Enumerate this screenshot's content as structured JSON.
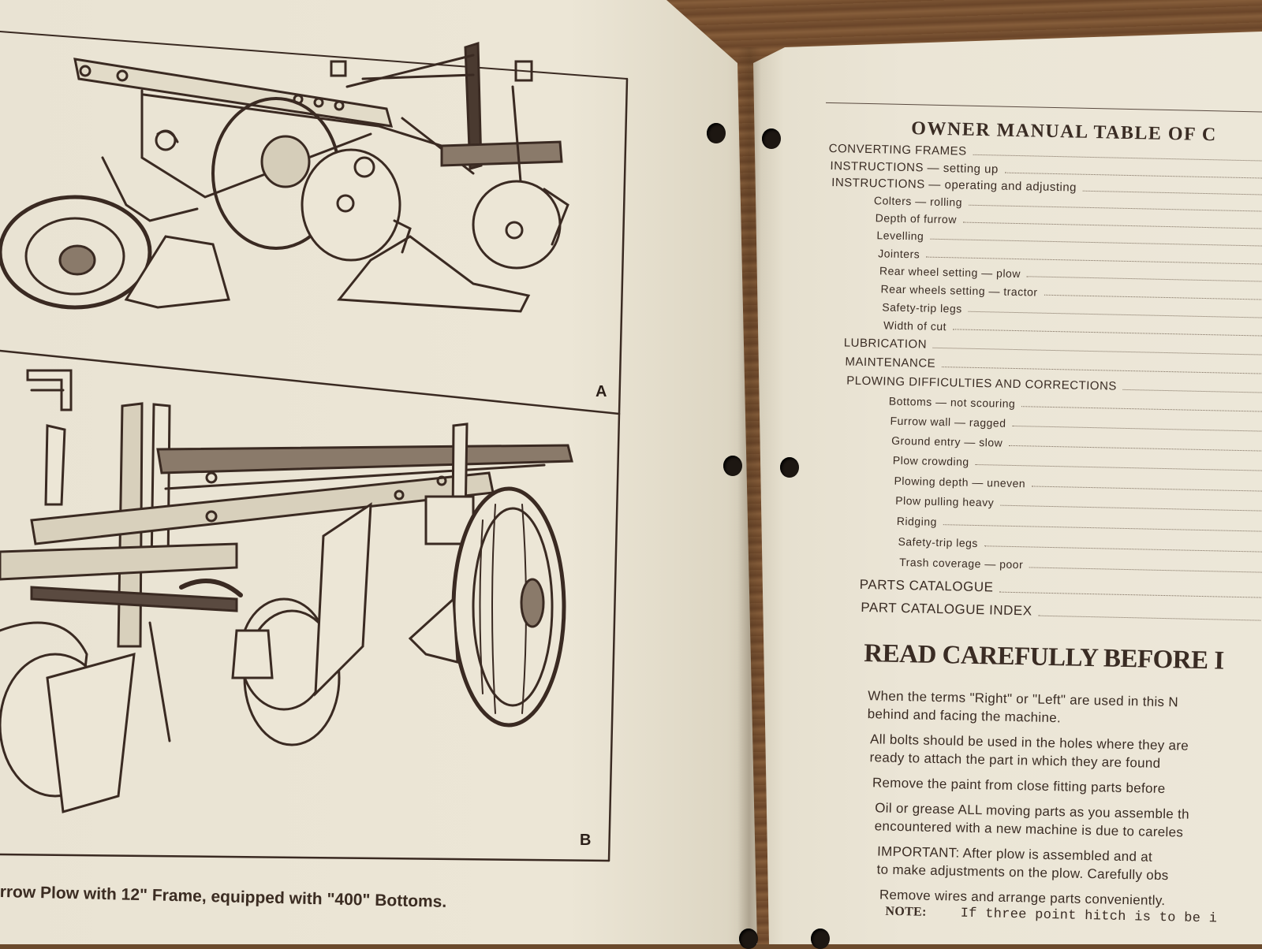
{
  "left_page": {
    "figure_labels": [
      "A",
      "B"
    ],
    "caption": "rrow Plow with 12\" Frame, equipped with \"400\" Bottoms."
  },
  "right_page": {
    "toc_title": "OWNER MANUAL TABLE OF C",
    "toc": [
      {
        "text": "CONVERTING FRAMES",
        "level": 0
      },
      {
        "text": "INSTRUCTIONS — setting up",
        "level": 0
      },
      {
        "text": "INSTRUCTIONS — operating and adjusting",
        "level": 0
      },
      {
        "text": "Colters — rolling",
        "level": 1
      },
      {
        "text": "Depth of furrow",
        "level": 1
      },
      {
        "text": "Levelling",
        "level": 1
      },
      {
        "text": "Jointers",
        "level": 1
      },
      {
        "text": "Rear wheel setting — plow",
        "level": 1
      },
      {
        "text": "Rear wheels setting — tractor",
        "level": 1
      },
      {
        "text": "Safety-trip legs",
        "level": 1
      },
      {
        "text": "Width of cut",
        "level": 1
      },
      {
        "text": "LUBRICATION",
        "level": 0
      },
      {
        "text": "MAINTENANCE",
        "level": 0
      },
      {
        "text": "PLOWING DIFFICULTIES AND CORRECTIONS",
        "level": 0
      },
      {
        "text": "Bottoms — not scouring",
        "level": 1
      },
      {
        "text": "Furrow wall — ragged",
        "level": 1
      },
      {
        "text": "Ground entry — slow",
        "level": 1
      },
      {
        "text": "Plow crowding",
        "level": 1
      },
      {
        "text": "Plowing depth — uneven",
        "level": 1
      },
      {
        "text": "Plow pulling heavy",
        "level": 1
      },
      {
        "text": "Ridging",
        "level": 1
      },
      {
        "text": "Safety-trip legs",
        "level": 1
      },
      {
        "text": "Trash coverage — poor",
        "level": 1
      },
      {
        "text": "PARTS CATALOGUE",
        "level": 0
      },
      {
        "text": "PART CATALOGUE INDEX",
        "level": 0
      }
    ],
    "section_heading": "READ CAREFULLY BEFORE I",
    "paragraphs": [
      [
        "When the terms \"Right\" or \"Left\" are used in this N",
        "behind and facing the machine."
      ],
      [
        "All bolts should be used in the holes where they are",
        "ready to attach the part in which they are found"
      ],
      [
        "Remove the paint from close fitting parts before"
      ],
      [
        "Oil or grease ALL moving parts as you assemble th",
        "encountered with a new machine is due to careles"
      ],
      [
        "IMPORTANT:  After plow is assembled and at",
        "to make adjustments on the plow.  Carefully obs"
      ],
      [
        "Remove wires and arrange parts conveniently."
      ]
    ],
    "note_label": "NOTE:",
    "note_text": "If three point hitch is to be i"
  }
}
